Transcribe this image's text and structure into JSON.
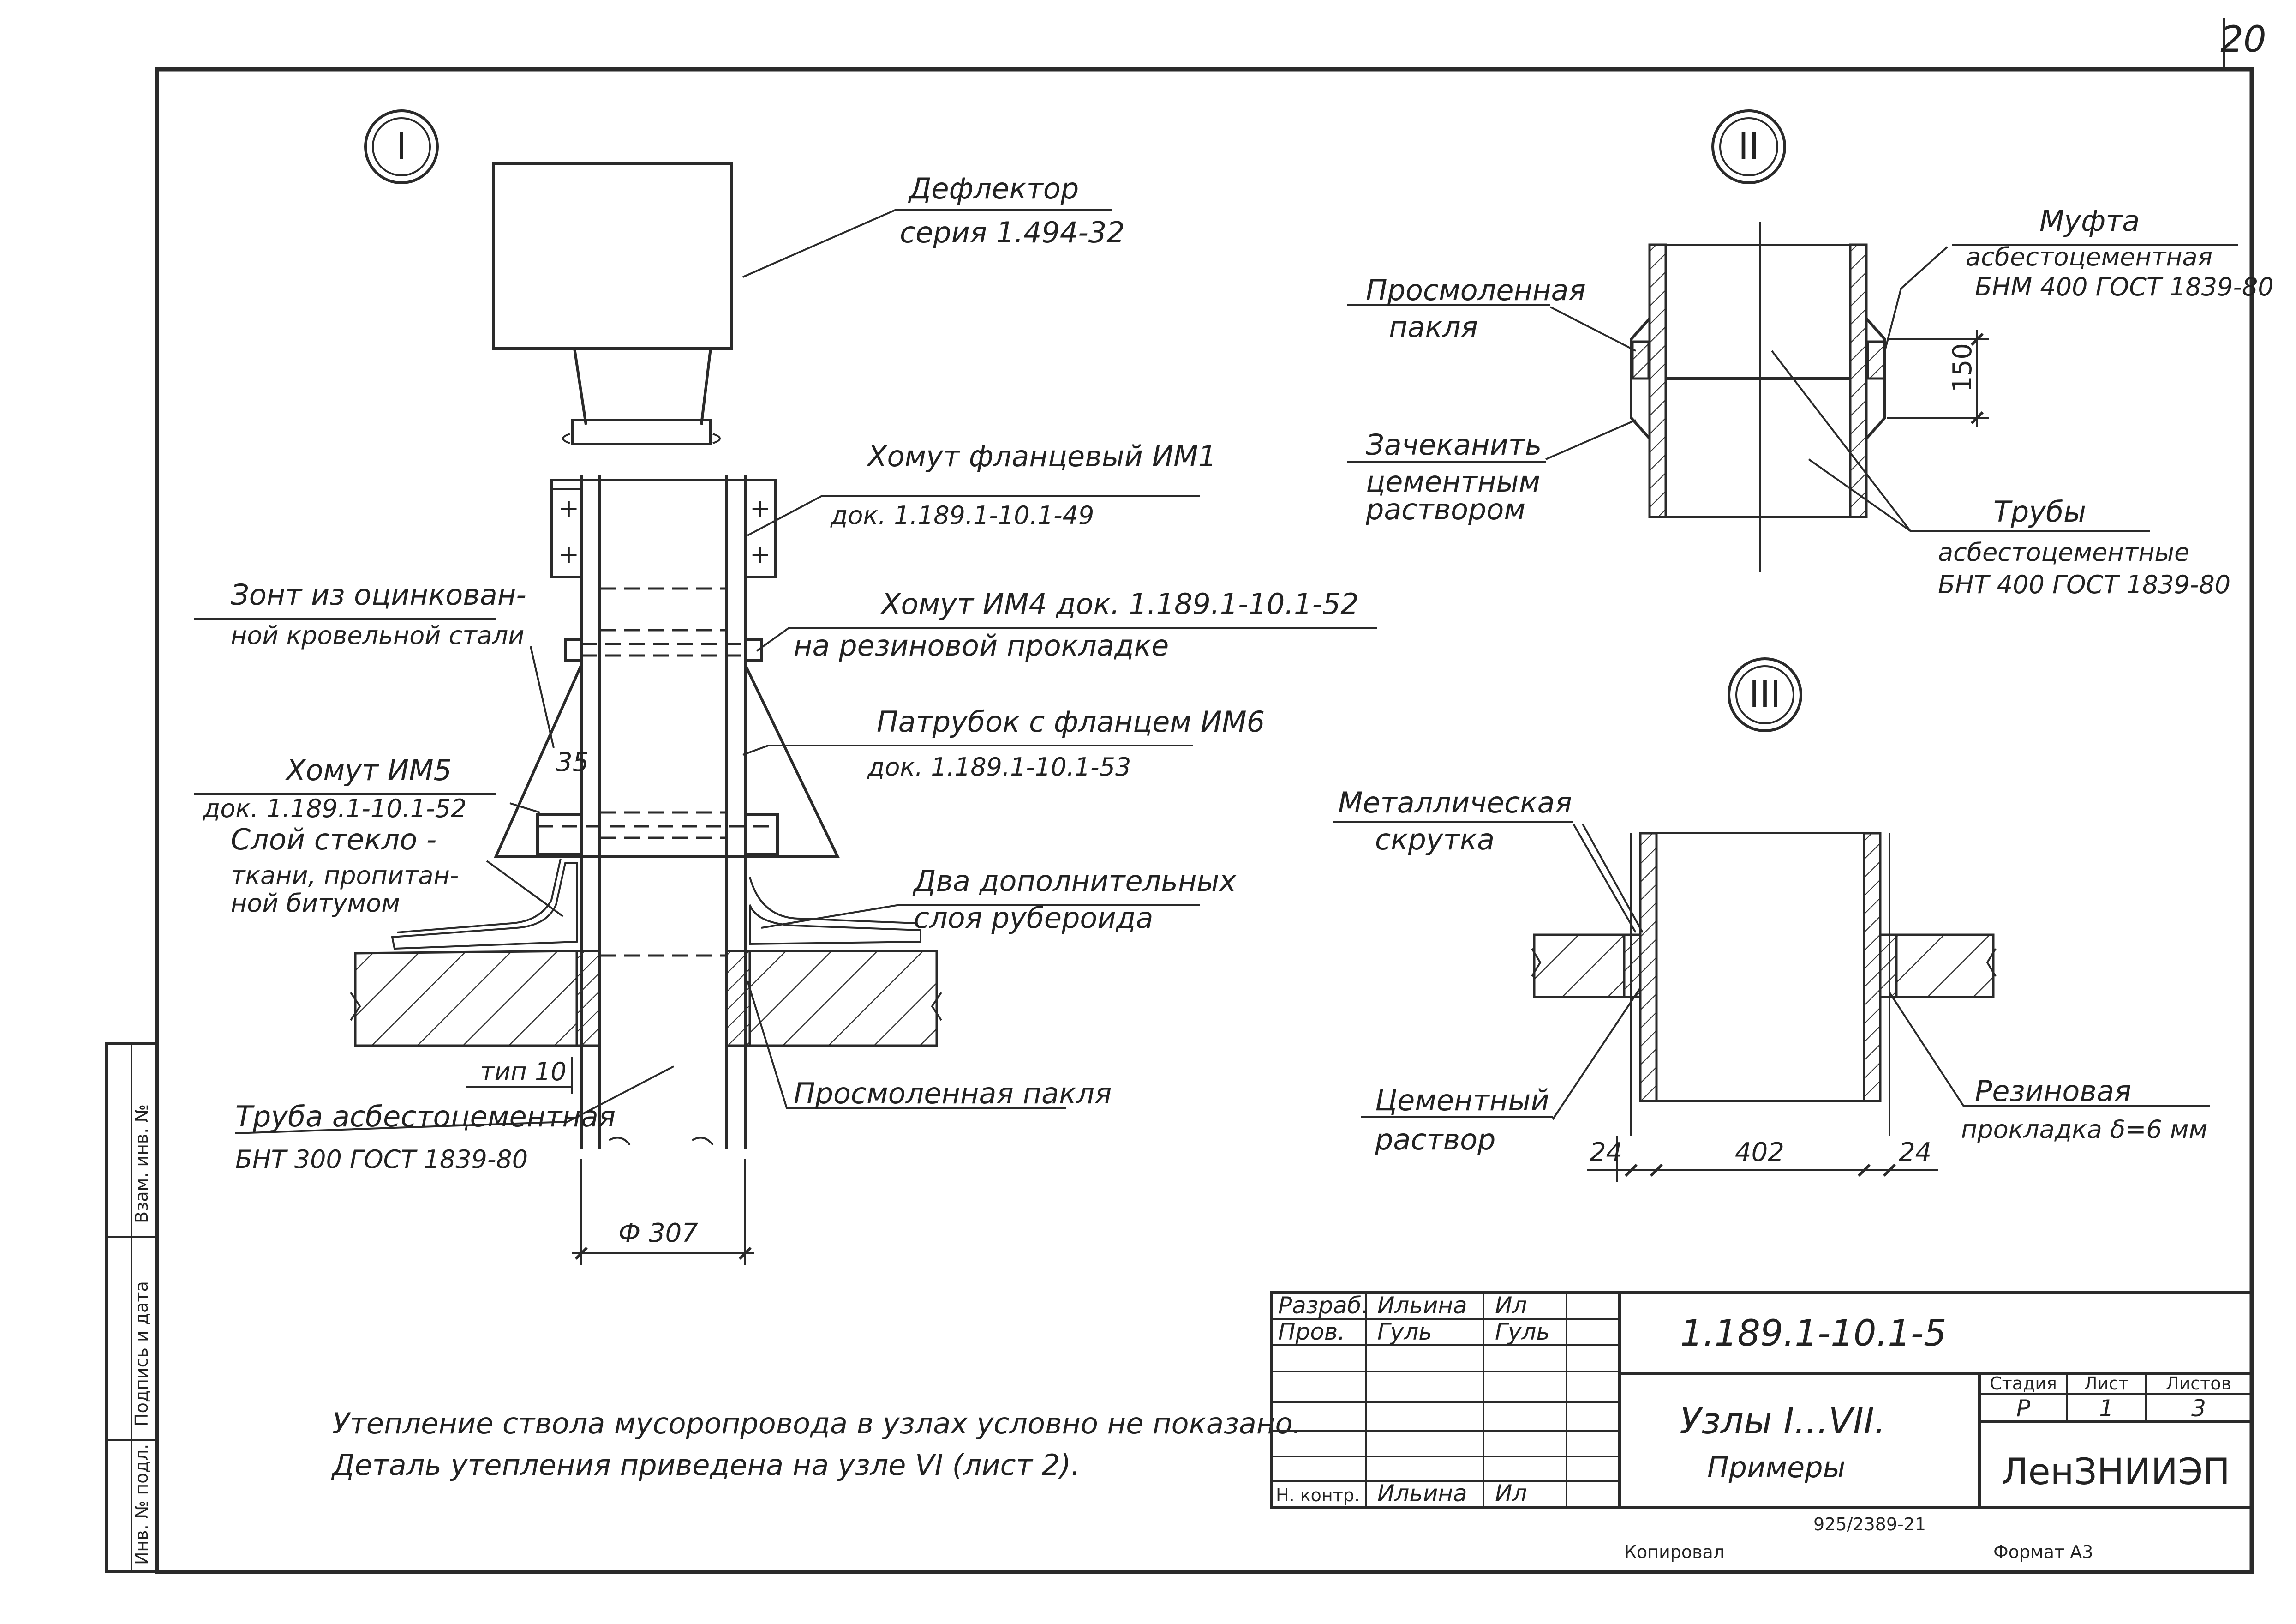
{
  "page_number": "20",
  "nodes": {
    "n1": "I",
    "n2": "II",
    "n3": "III"
  },
  "labels": {
    "deflector": "Дефлектор",
    "deflector_series": "серия 1.494-32",
    "clamp_im1": "Хомут фланцевый ИМ1",
    "clamp_im1_doc": "док. 1.189.1-10.1-49",
    "umbrella_1": "Зонт из оцинкован-",
    "umbrella_2": "ной кровельной стали",
    "clamp_im4": "Хомут ИМ4 док. 1.189.1-10.1-52",
    "clamp_im4_2": "на резиновой прокладке",
    "branch_im6": "Патрубок с фланцем ИМ6",
    "branch_im6_doc": "док. 1.189.1-10.1-53",
    "clamp_im5": "Хомут ИМ5",
    "clamp_im5_doc": "док. 1.189.1-10.1-52",
    "fiberglass_1": "Слой стекло -",
    "fiberglass_2": "ткани, пропитан-",
    "fiberglass_3": "ной битумом",
    "two_layers_1": "Два дополнительных",
    "two_layers_2": "слоя рубероида",
    "pipe_1": "Труба асбестоцементная",
    "pipe_2": "БНТ 300 ГОСТ 1839-80",
    "tar_oakum": "Просмоленная пакля",
    "tar_oakum_n2_1": "Просмоленная",
    "tar_oakum_n2_2": "пакля",
    "caulk_1": "Зачеканить",
    "caulk_2": "цементным",
    "caulk_3": "раствором",
    "coupling_1": "Муфта",
    "coupling_2": "асбестоцементная",
    "coupling_3": "БНМ 400 ГОСТ 1839-80",
    "pipes_n2_1": "Трубы",
    "pipes_n2_2": "асбестоцементные",
    "pipes_n2_3": "БНТ 400 ГОСТ 1839-80",
    "metal_twist_1": "Металлическая",
    "metal_twist_2": "скрутка",
    "cement_mortar_1": "Цементный",
    "cement_mortar_2": "раствор",
    "rubber_gasket_1": "Резиновая",
    "rubber_gasket_2": "прокладка δ=6 мм",
    "note_1": "Утепление ствола мусоропровода в узлах условно не показано.",
    "note_2": "Деталь утепления приведена на узле VI (лист 2)."
  },
  "dimensions": {
    "d307": "Ф 307",
    "tip10": "тип 10",
    "d35": "35",
    "d150": "150",
    "d24a": "24",
    "d402": "402",
    "d24b": "24"
  },
  "title_block": {
    "doc_code": "1.189.1-10.1-5",
    "title_1": "Узлы I...VII.",
    "title_2": "Примеры",
    "org": "ЛенЗНИИЭП",
    "stage_hdr": "Стадия",
    "sheet_hdr": "Лист",
    "sheets_hdr": "Листов",
    "stage": "Р",
    "sheet": "1",
    "sheets": "3",
    "rows": [
      {
        "role": "Разраб.",
        "name": "Ильина",
        "sign": "Ил"
      },
      {
        "role": "Пров.",
        "name": "Гуль",
        "sign": "Гуль"
      },
      {
        "role": "",
        "name": "",
        "sign": ""
      },
      {
        "role": "",
        "name": "",
        "sign": ""
      },
      {
        "role": "",
        "name": "",
        "sign": ""
      },
      {
        "role": "Н. контр.",
        "name": "Ильина",
        "sign": "Ил"
      }
    ],
    "copy_label": "Копировал",
    "format_label": "Формат А3",
    "archive_no": "925/2389-21"
  },
  "side_strip": {
    "cell_1": "Инв. № подл.",
    "cell_2": "Подпись и дата",
    "cell_3": "Взам. инв. №"
  }
}
